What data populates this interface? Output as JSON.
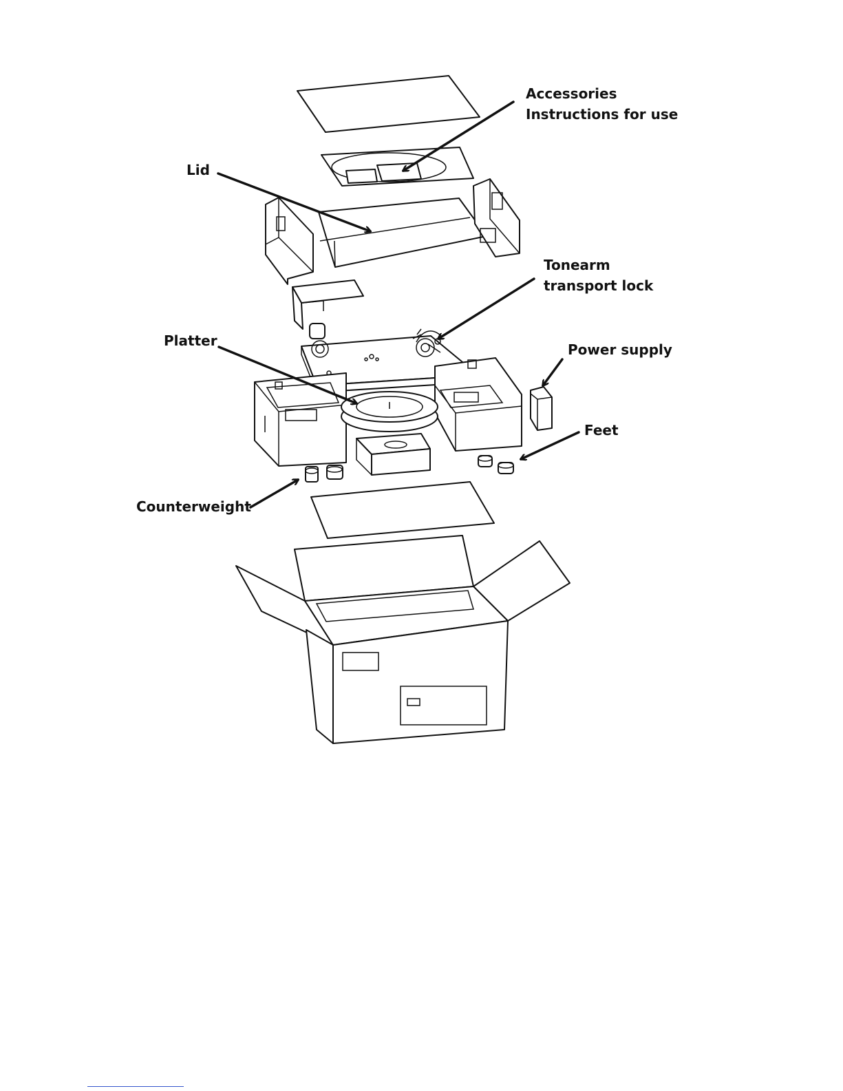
{
  "callouts": {
    "accessories": "Accessories",
    "instructions": "Instructions for use",
    "lid": "Lid",
    "tonearm_line1": "Tonearm",
    "tonearm_line2": "transport lock",
    "platter": "Platter",
    "power_supply": "Power supply",
    "feet": "Feet",
    "counterweight": "Counterweight"
  },
  "colors": {
    "line": "#111111",
    "background": "#ffffff",
    "footer_rule": "#3355cc"
  }
}
